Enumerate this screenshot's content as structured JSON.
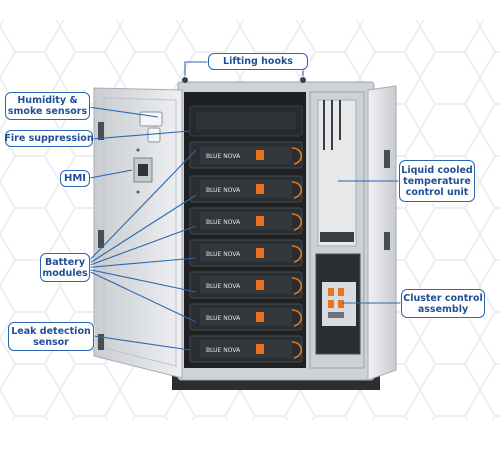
{
  "brand_text": "BLUE NOVA",
  "colors": {
    "label_border": "#2a67b0",
    "label_text": "#1f4f96",
    "leader_line": "#2a67b0",
    "cabinet": "#dcdfe2",
    "rack_dark": "#1e2023",
    "module_body": "#2a2d31",
    "module_accent": "#e8741e",
    "water_pipe": "#e07b22"
  },
  "labels": {
    "lifting_hooks": "Lifting hooks",
    "humidity_line1": "Humidity &",
    "humidity_line2": "smoke sensors",
    "fire_suppression": "Fire suppression",
    "hmi": "HMI",
    "battery_line1": "Battery",
    "battery_line2": "modules",
    "leak_line1": "Leak detection",
    "leak_line2": "sensor",
    "liquid_line1": "Liquid cooled",
    "liquid_line2": "temperature",
    "liquid_line3": "control unit",
    "cluster_line1": "Cluster control",
    "cluster_line2": "assembly"
  }
}
